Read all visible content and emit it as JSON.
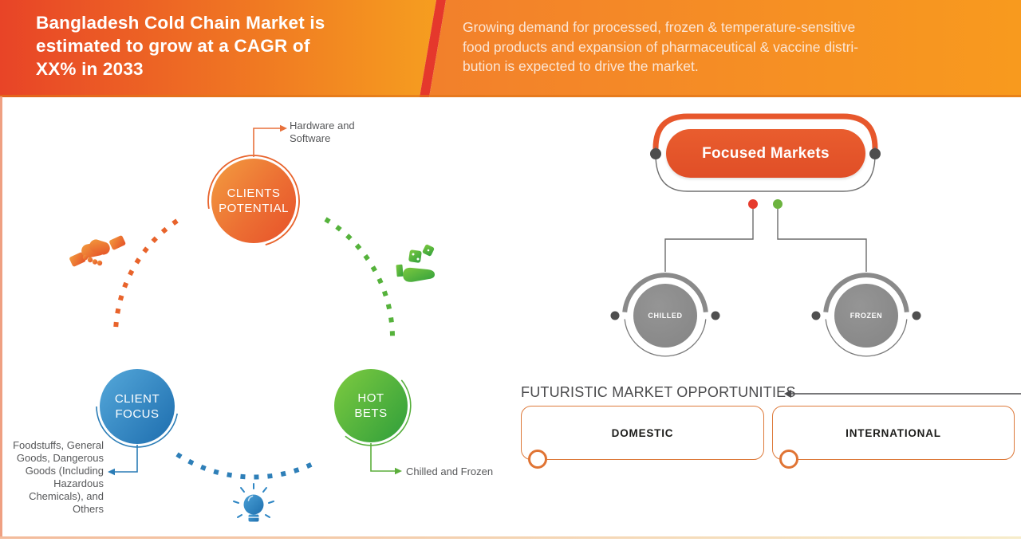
{
  "header": {
    "title": "Bangladesh Cold Chain Market is\nestimated to grow at a CAGR of\nXX% in 2033",
    "description": "Growing demand for processed, frozen & temperature-sensitive\nfood products and expansion of pharmaceutical & vaccine distri-\nbution is expected to drive the market."
  },
  "diagram": {
    "nodes": [
      {
        "id": "clients-potential",
        "label": "CLIENTS\nPOTENTIAL",
        "annotation": "Hardware and\nSoftware",
        "color": "#e7512a",
        "icon": "handshake-icon"
      },
      {
        "id": "client-focus",
        "label": "CLIENT\nFOCUS",
        "annotation": "Foodstuffs, General\nGoods, Dangerous\nGoods (Including\nHazardous\nChemicals), and\nOthers",
        "color": "#1d6dae",
        "icon": "lightbulb-icon"
      },
      {
        "id": "hot-bets",
        "label": "HOT\nBETS",
        "annotation": "Chilled and Frozen",
        "color": "#2f9e3b",
        "icon": "dice-hand-icon"
      }
    ]
  },
  "focused_markets": {
    "title": "Focused Markets",
    "markets": [
      {
        "label": "CHILLED",
        "dot_color": "#e63b2d"
      },
      {
        "label": "FROZEN",
        "dot_color": "#6cb33f"
      }
    ]
  },
  "opportunities": {
    "title": "FUTURISTIC MARKET OPPORTUNITIES",
    "items": [
      {
        "label": "DOMESTIC"
      },
      {
        "label": "INTERNATIONAL"
      }
    ]
  },
  "colors": {
    "header_gradient_start": "#e84427",
    "header_gradient_end": "#f89a1e",
    "accent_orange": "#e8632b",
    "accent_green": "#55b23b",
    "accent_blue": "#2e7fb8",
    "accent_gray": "#8a8a8a",
    "pill_orange": "#e5562c",
    "box_border_orange": "#dd7a3b"
  }
}
